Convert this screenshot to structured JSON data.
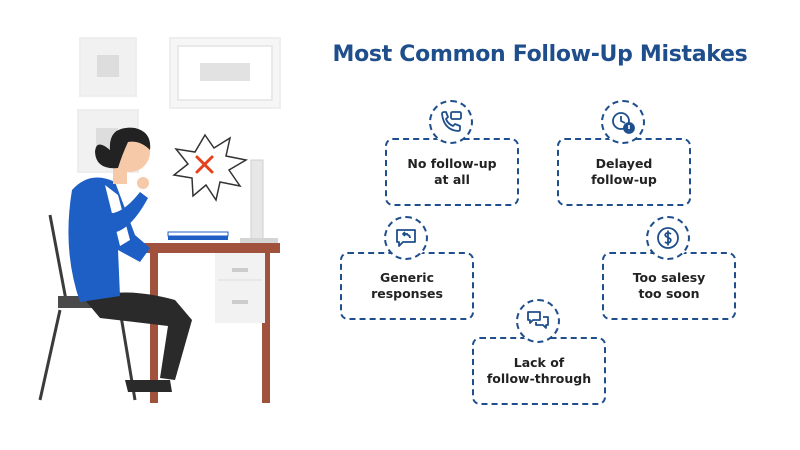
{
  "title": "Most Common Follow-Up Mistakes",
  "colors": {
    "accent": "#1f4e8c",
    "blazer": "#1d5fc4",
    "desk": "#a0523d",
    "alert": "#e3421d"
  },
  "mistakes": [
    {
      "label": "No follow-up\nat all",
      "icon": "phone-chat-icon"
    },
    {
      "label": "Delayed\nfollow-up",
      "icon": "clock-alert-icon"
    },
    {
      "label": "Generic\nresponses",
      "icon": "reply-message-icon"
    },
    {
      "label": "Too salesy\ntoo soon",
      "icon": "dollar-coin-icon"
    },
    {
      "label": "Lack of\nfollow-through",
      "icon": "chat-bubbles-icon"
    }
  ]
}
